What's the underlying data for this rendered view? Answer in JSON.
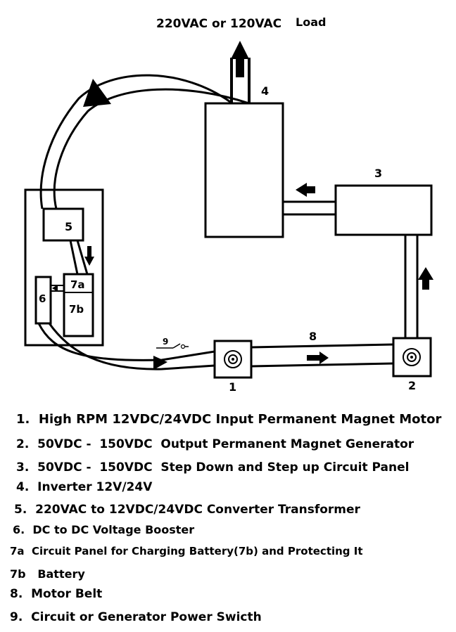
{
  "header": {
    "voltage_text": "220VAC or 120VAC",
    "load_text": "Load"
  },
  "components": {
    "motor": "1",
    "generator": "2",
    "panel": "3",
    "inverter": "4",
    "converter": "5",
    "booster": "6",
    "charge_panel": "7a",
    "battery": "7b",
    "belt": "8",
    "switch": "9"
  },
  "legend": [
    {
      "num": "1.",
      "text": "High RPM 12VDC/24VDC Input Permanent Magnet Motor"
    },
    {
      "num": "2.",
      "text": "50VDC -  150VDC  Output Permanent Magnet Generator"
    },
    {
      "num": "3.",
      "text": "50VDC -  150VDC  Step Down and Step up Circuit Panel"
    },
    {
      "num": "4.",
      "text": "Inverter 12V/24V"
    },
    {
      "num": "5.",
      "text": "220VAC to 12VDC/24VDC Converter Transformer"
    },
    {
      "num": "6.",
      "text": "DC to DC Voltage Booster"
    },
    {
      "num": "7a",
      "text": "Circuit Panel for Charging Battery(7b) and Protecting It"
    },
    {
      "num": "7b",
      "text": "Battery"
    },
    {
      "num": "8.",
      "text": "Motor Belt"
    },
    {
      "num": "9.",
      "text": "Circuit or Generator Power Swicth"
    }
  ]
}
